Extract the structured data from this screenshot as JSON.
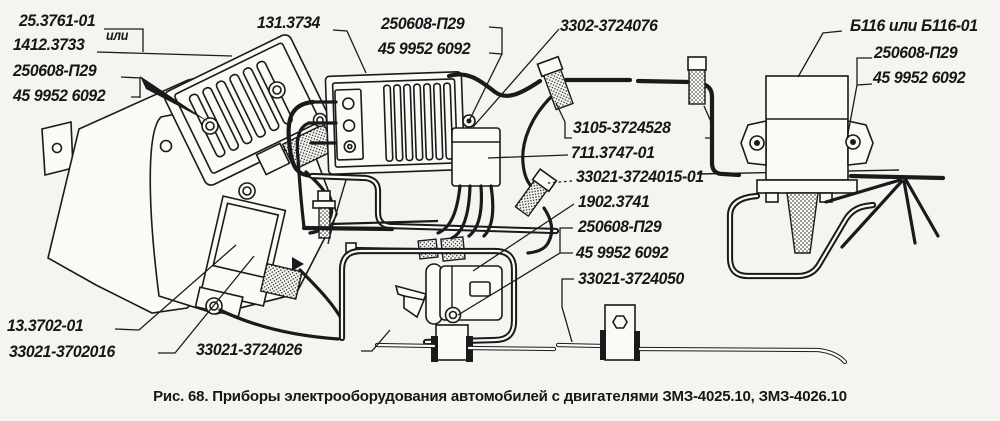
{
  "figure": {
    "caption": "Рис. 68. Приборы электрооборудования автомобилей с двигателями ЗМЗ-4025.10, ЗМЗ-4026.10"
  },
  "colors": {
    "ink": "#1a1a1a",
    "paper": "#f5f4f1"
  },
  "labels": {
    "regulator_alt_1": "25.3761-01",
    "or_word": "или",
    "regulator_alt_2": "1412.3733",
    "screw_left_line1": "250608-П29",
    "screw_left_line2": "45 9952 6092",
    "ignition_module": "131.3734",
    "screw_mid_line1": "250608-П29",
    "screw_mid_line2": "45 9952 6092",
    "harness_3302": "3302-3724076",
    "coil": "Б116 или Б116-01",
    "screw_right_line1": "250608-П29",
    "screw_right_line2": "45 9952 6092",
    "ht_wire": "3105-3724528",
    "connector_711": "711.3747-01",
    "harness_015": "33021-3724015-01",
    "switch": "1902.3741",
    "screw_switch_line1": "250608-П29",
    "screw_switch_line2": "45 9952 6092",
    "wire_050": "33021-3724050",
    "relay_13": "13.3702-01",
    "harness_016": "33021-3702016",
    "harness_026": "33021-3724026"
  }
}
